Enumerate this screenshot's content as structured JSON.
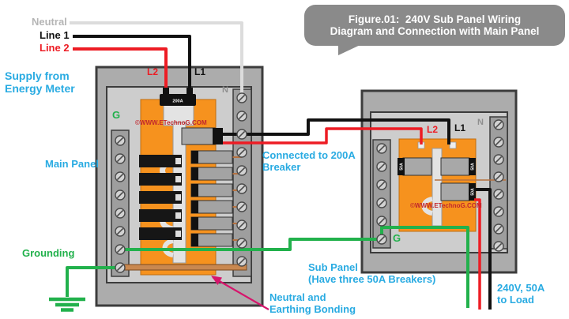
{
  "title": {
    "line1": "Figure.01:  240V Sub Panel Wiring",
    "line2": "Diagram and Connection with Main Panel"
  },
  "supply": {
    "neutral_label": "Neutral",
    "line1_label": "Line 1",
    "line2_label": "Line 2",
    "caption": "Supply from\nEnergy Meter"
  },
  "main_panel": {
    "label": "Main Panel",
    "l2": "L2",
    "l1": "L1",
    "n": "N",
    "g": "G",
    "main_breaker_rating": "200A",
    "watermark": "©WWW.ETechnoG.COM"
  },
  "sub_panel": {
    "l2": "L2",
    "l1": "L1",
    "n": "N",
    "g": "G",
    "breaker_rating": "50A",
    "watermark": "©WWW.ETechnoG.COM",
    "caption": "Sub Panel\n(Have three 50A Breakers)"
  },
  "annotations": {
    "connected": "Connected to 200A\nBreaker",
    "grounding": "Grounding",
    "bonding": "Neutral and\nEarthing Bonding",
    "load": "240V, 50A\nto Load"
  },
  "colors": {
    "annotation_blue": "#29ABE2",
    "ground_green": "#22B14C",
    "line_red": "#ED1C24",
    "neutral_gray": "#DCDCDC",
    "bonding_magenta": "#D6156C",
    "panel_orange": "#F6921E",
    "copper": "#C98850",
    "bubble_gray": "#8A8A8A",
    "watermark_red": "#C1272D"
  }
}
